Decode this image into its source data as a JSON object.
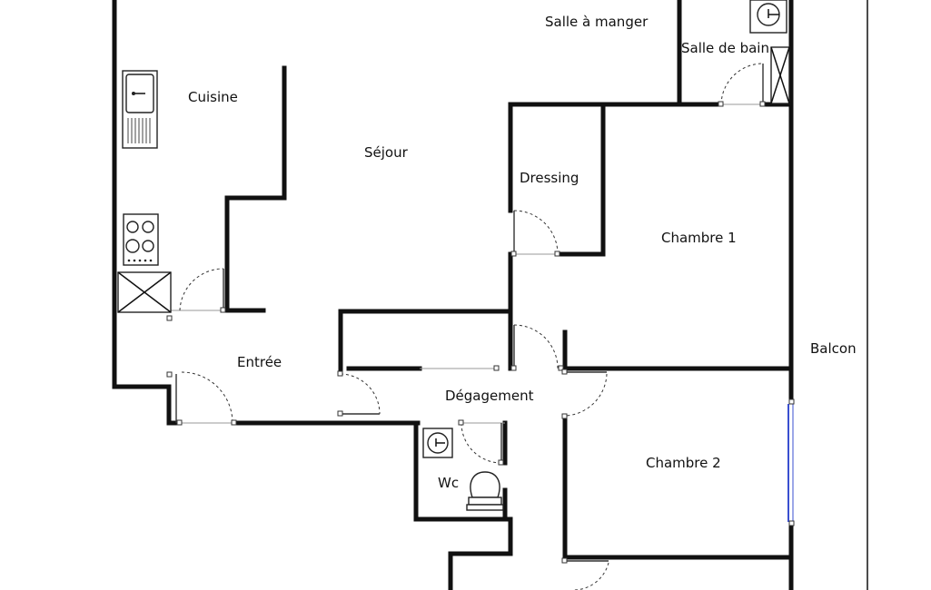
{
  "rooms": {
    "salle_a_manger": "Salle à manger",
    "salle_de_bain": "Salle de bain",
    "cuisine": "Cuisine",
    "sejour": "Séjour",
    "dressing": "Dressing",
    "chambre_1": "Chambre 1",
    "balcon": "Balcon",
    "entree": "Entrée",
    "degagement": "Dégagement",
    "chambre_2": "Chambre 2",
    "wc": "Wc"
  },
  "colors": {
    "wall": "#111111",
    "window": "#3a4fd0",
    "background": "#ffffff"
  },
  "icons": [
    "sink-icon",
    "cooktop-icon",
    "washbasin-icon",
    "toilet-icon",
    "duct-icon"
  ]
}
